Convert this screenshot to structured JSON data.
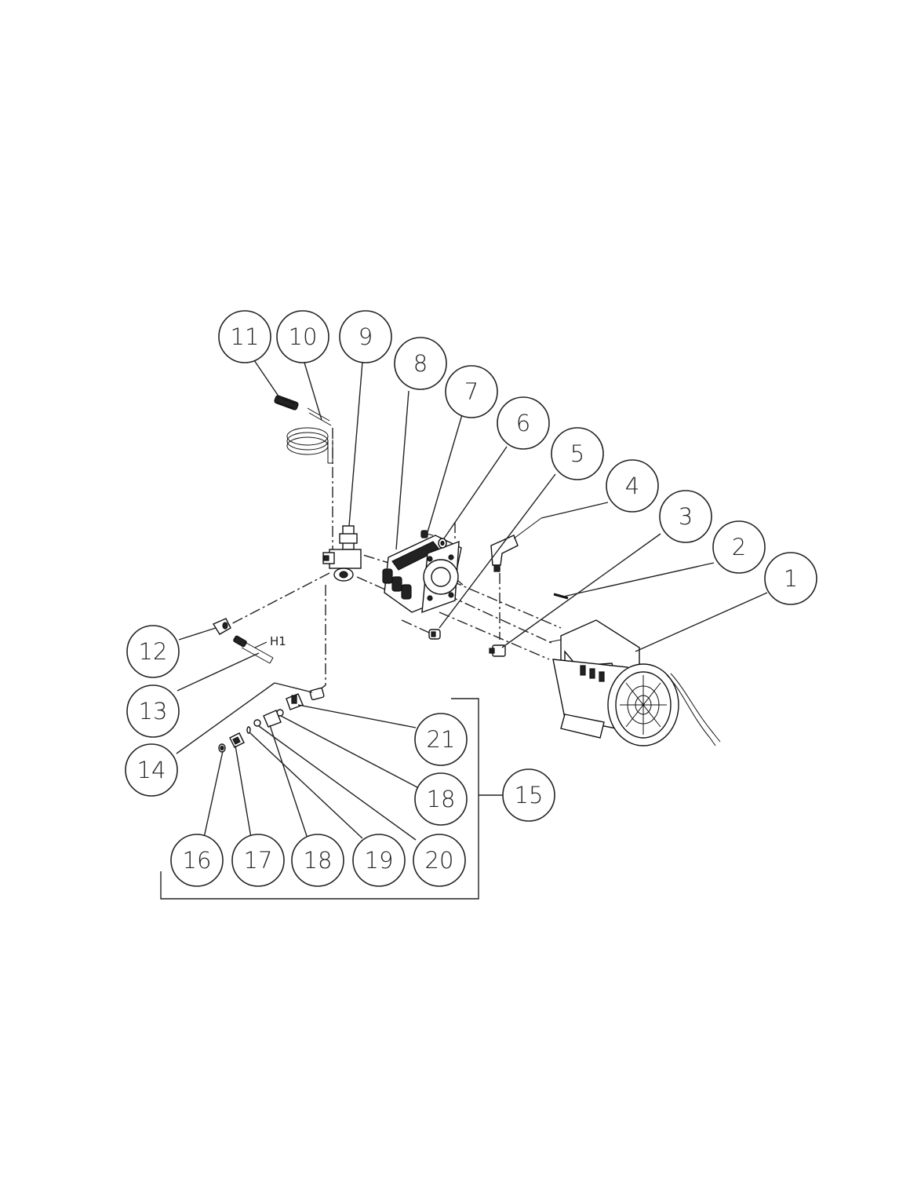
{
  "callouts": [
    {
      "id": "c1",
      "label": "1"
    },
    {
      "id": "c2",
      "label": "2"
    },
    {
      "id": "c3",
      "label": "3"
    },
    {
      "id": "c4",
      "label": "4"
    },
    {
      "id": "c5",
      "label": "5"
    },
    {
      "id": "c6",
      "label": "6"
    },
    {
      "id": "c7",
      "label": "7"
    },
    {
      "id": "c8",
      "label": "8"
    },
    {
      "id": "c9",
      "label": "9"
    },
    {
      "id": "c10",
      "label": "10"
    },
    {
      "id": "c11",
      "label": "11"
    },
    {
      "id": "c12",
      "label": "12"
    },
    {
      "id": "c13",
      "label": "13"
    },
    {
      "id": "c14",
      "label": "14"
    },
    {
      "id": "c15",
      "label": "15"
    },
    {
      "id": "c16",
      "label": "16"
    },
    {
      "id": "c17",
      "label": "17"
    },
    {
      "id": "c18a",
      "label": "18"
    },
    {
      "id": "c19",
      "label": "19"
    },
    {
      "id": "c20",
      "label": "20"
    },
    {
      "id": "c21",
      "label": "21"
    },
    {
      "id": "c18b",
      "label": "18"
    }
  ],
  "hose_tag": "H1"
}
